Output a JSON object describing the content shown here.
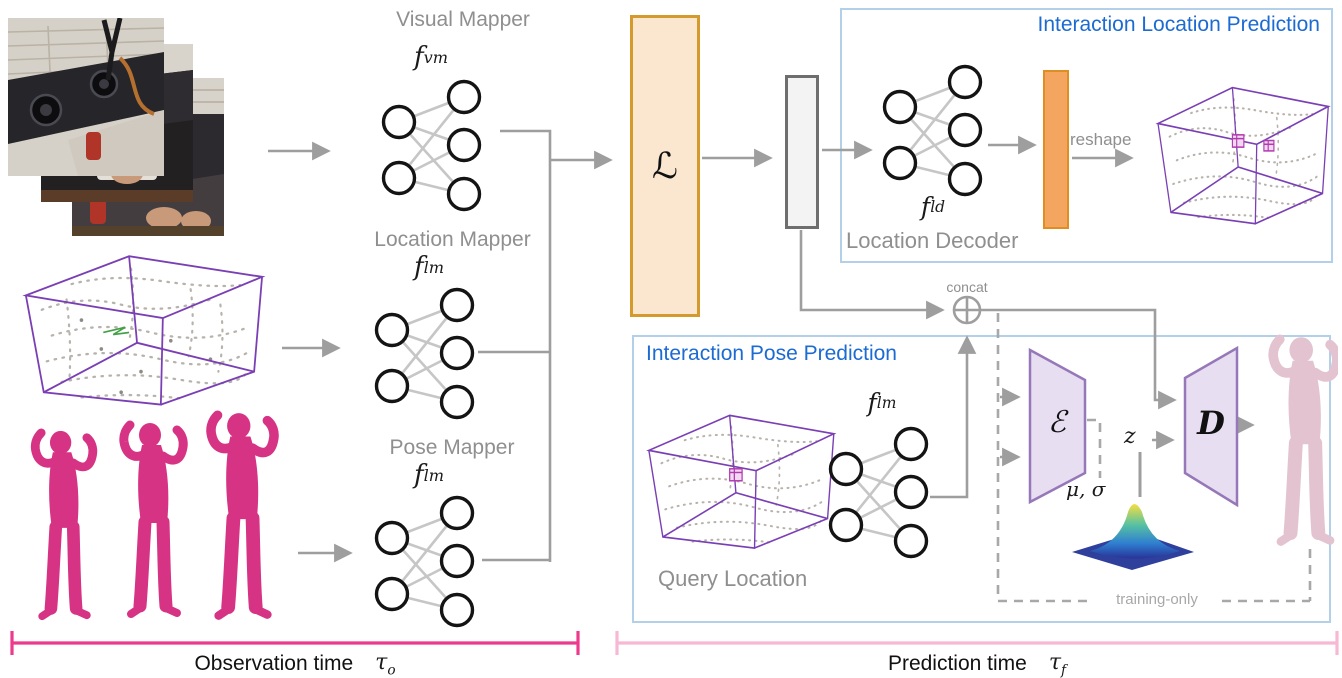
{
  "mappers": [
    {
      "title": "Visual Mapper",
      "fn": "f",
      "fn_sub": "vm"
    },
    {
      "title": "Location Mapper",
      "fn": "f",
      "fn_sub": "lm"
    },
    {
      "title": "Pose Mapper",
      "fn": "f",
      "fn_sub": "lm"
    }
  ],
  "latent_block": {
    "symbol": "ℒ"
  },
  "location_prediction": {
    "title": "Interaction Location Prediction",
    "decoder_fn": "f",
    "decoder_fn_sub": "ld",
    "decoder_label": "Location Decoder",
    "reshape_label": "reshape"
  },
  "pose_prediction": {
    "title": "Interaction Pose Prediction",
    "query_label": "Query Location",
    "query_fn": "f",
    "query_fn_sub": "lm",
    "concat_label": "concat",
    "encoder_symbol": "ℰ",
    "decoder_symbol": "D",
    "latent_symbol": "z",
    "distribution_label": "μ, σ",
    "training_only_label": "training-only"
  },
  "timeline": {
    "observation_label": "Observation time",
    "observation_tau": "τ",
    "observation_tau_sub": "o",
    "prediction_label": "Prediction time",
    "prediction_tau": "τ",
    "prediction_tau_sub": "f"
  },
  "icons": {
    "photo_stack": "egocentric-video-frames",
    "scene_cloud": "scene-point-cloud",
    "pose_sequence": "observed-pose-sequence",
    "gaussian": "gaussian-distribution",
    "predicted_pose": "predicted-pose"
  },
  "colors": {
    "title_blue": "#1c6bd3",
    "box_border_blue": "#b3d0e8",
    "orange_border": "#d49a2e",
    "orange_fill": "#fbe7cf",
    "orange_solid": "#f4a55f",
    "trapezoid_fill": "#e7def2",
    "trapezoid_border": "#9678b8",
    "human_magenta": "#d63384",
    "predicted_pink": "#e2c3cf",
    "bracket_pink": "#ee3a8c",
    "bracket_light_pink": "#f6b8d3",
    "line_gray": "#9e9e9e",
    "wirebox_purple": "#7a3fb4"
  }
}
